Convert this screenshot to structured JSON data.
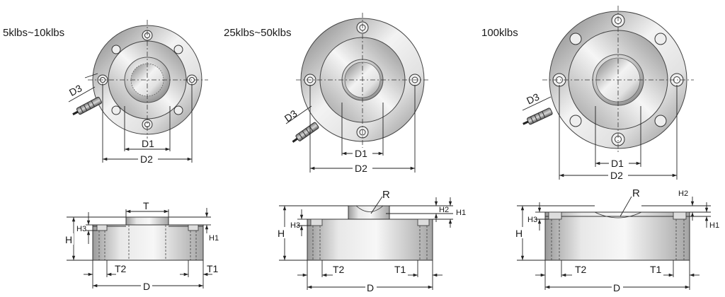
{
  "models": [
    {
      "title": "5klbs~10klbs"
    },
    {
      "title": "25klbs~50klbs"
    },
    {
      "title": "100klbs"
    }
  ],
  "dims": {
    "D": "D",
    "D1": "D1",
    "D2": "D2",
    "D3": "D3",
    "H": "H",
    "H1": "H1",
    "H2": "H2",
    "H3": "H3",
    "T": "T",
    "T1": "T1",
    "T2": "T2",
    "R": "R"
  },
  "colors": {
    "face_dark": "#8a8a8a",
    "face_light": "#f4f4f4",
    "line": "#222222"
  },
  "icons": [
    "bolt-hole-icon",
    "cable-connector-icon",
    "dimension-arrow-icon"
  ]
}
